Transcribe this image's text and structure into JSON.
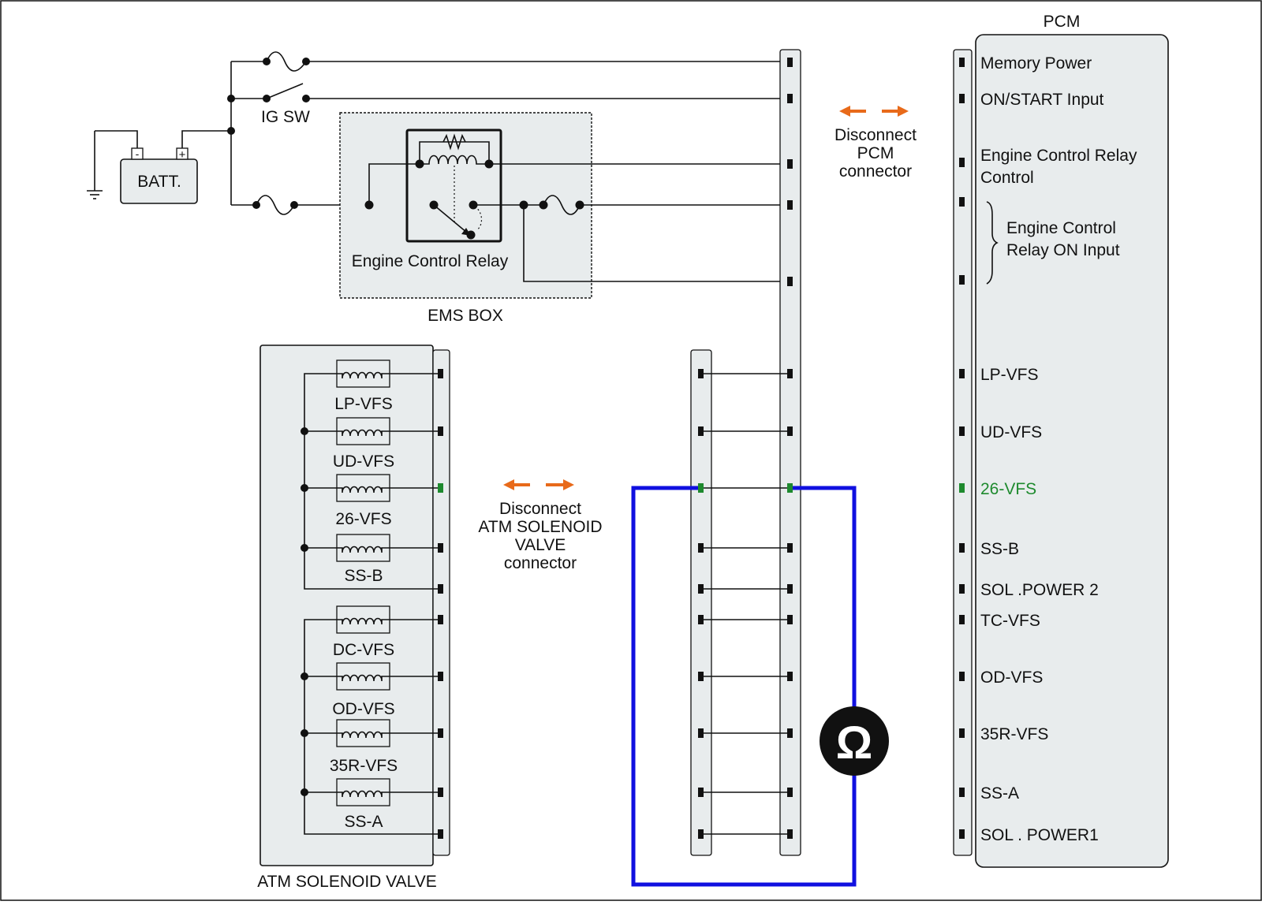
{
  "labels": {
    "pcm_title": "PCM",
    "ig_sw": "IG SW",
    "batt": "BATT.",
    "batt_minus": "-",
    "batt_plus": "+",
    "ems_box": "EMS BOX",
    "engine_control_relay": "Engine Control Relay",
    "atm_solenoid_valve": "ATM SOLENOID VALVE",
    "ohm_symbol": "Ω"
  },
  "disconnect_pcm": [
    "Disconnect",
    "PCM",
    "connector"
  ],
  "disconnect_atm": [
    "Disconnect",
    "ATM SOLENOID",
    "VALVE",
    "connector"
  ],
  "pcm_pins": {
    "memory_power": "Memory Power",
    "on_start_input": "ON/START Input",
    "ecr_control_line1": "Engine Control Relay",
    "ecr_control_line2": "Control",
    "ecr_on_input_line1": "Engine Control",
    "ecr_on_input_line2": "Relay ON Input",
    "lp_vfs": "LP-VFS",
    "ud_vfs": "UD-VFS",
    "vfs_26": "26-VFS",
    "ss_b": "SS-B",
    "sol_power_2": "SOL .POWER 2",
    "tc_vfs": "TC-VFS",
    "od_vfs": "OD-VFS",
    "vfs_35r": "35R-VFS",
    "ss_a": "SS-A",
    "sol_power_1": "SOL . POWER1"
  },
  "solenoids": {
    "lp_vfs": "LP-VFS",
    "ud_vfs": "UD-VFS",
    "vfs_26": "26-VFS",
    "ss_b": "SS-B",
    "dc_vfs": "DC-VFS",
    "od_vfs": "OD-VFS",
    "vfs_35r": "35R-VFS",
    "ss_a": "SS-A"
  },
  "colors": {
    "highlight_pin": "#1e8a2e",
    "measure_wire": "#1010e0",
    "arrow": "#e86a1a",
    "panel_fill": "#e8eced"
  }
}
